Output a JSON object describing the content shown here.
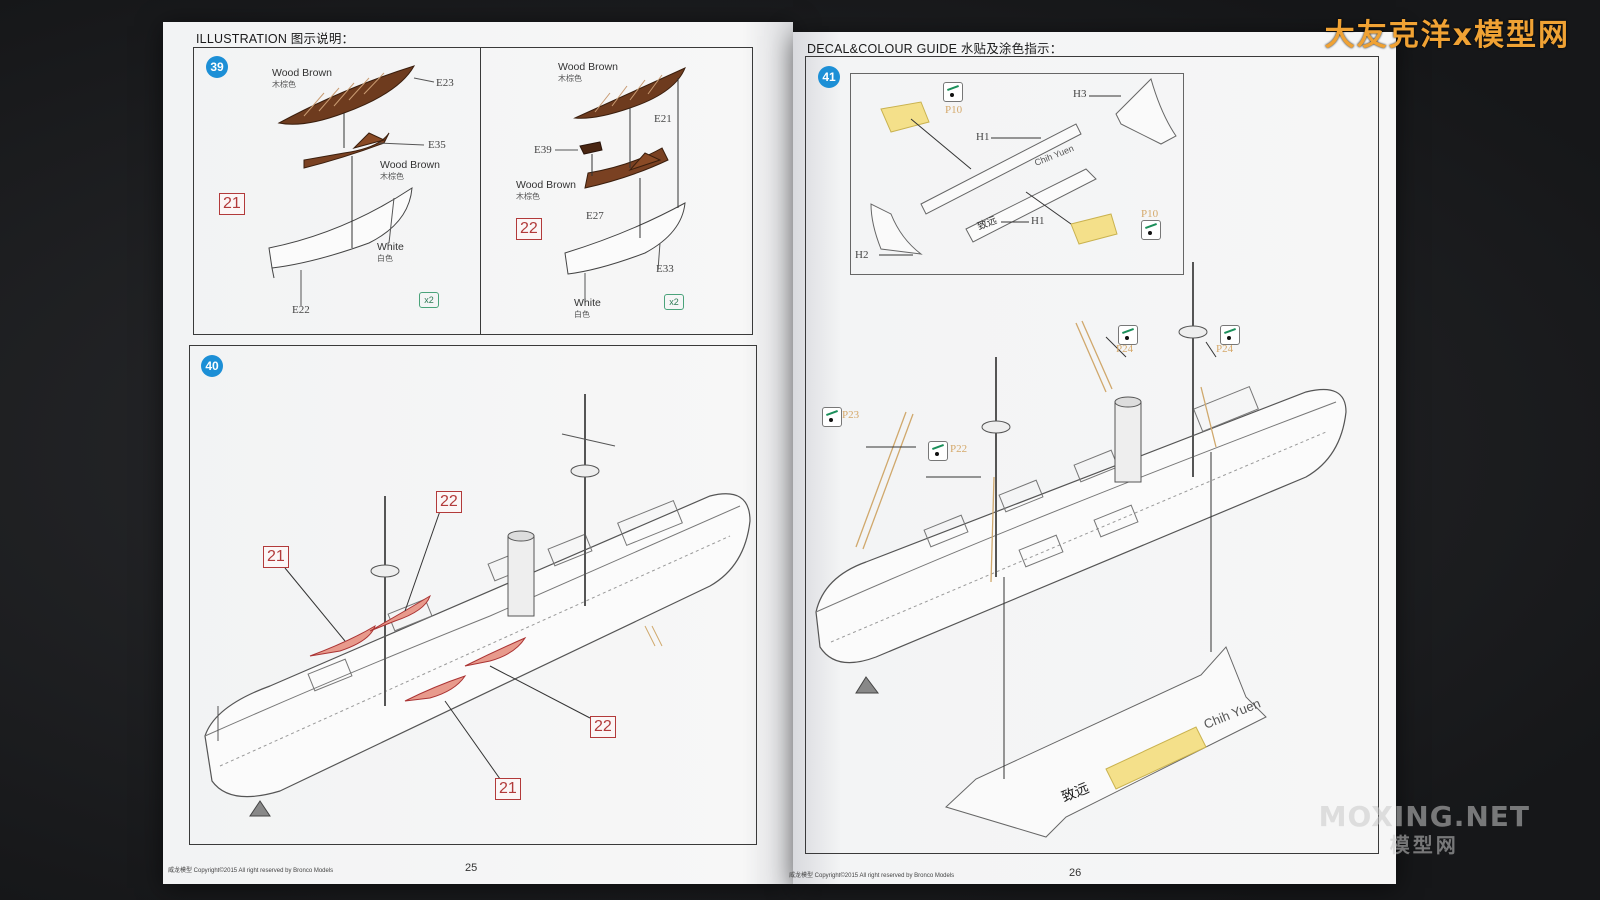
{
  "watermark": {
    "top": "大友克洋x模型网",
    "bottom_main": "MOXING.NET",
    "bottom_sub": "模型网"
  },
  "left_page": {
    "title": "ILLUSTRATION 图示说明：",
    "steps": [
      {
        "number": "39",
        "sub_a": {
          "badge": "21",
          "labels": [
            {
              "en": "Wood Brown",
              "cn": "木棕色"
            },
            {
              "en": "Wood Brown",
              "cn": "木棕色"
            },
            {
              "en": "White",
              "cn": "白色"
            }
          ],
          "parts": [
            "E23",
            "E35",
            "E22"
          ],
          "qty": "x2"
        },
        "sub_b": {
          "badge": "22",
          "labels": [
            {
              "en": "Wood Brown",
              "cn": "木棕色"
            },
            {
              "en": "Wood Brown",
              "cn": "木棕色"
            },
            {
              "en": "White",
              "cn": "白色"
            }
          ],
          "parts": [
            "E21",
            "E39",
            "E27",
            "E33"
          ],
          "qty": "x2"
        }
      },
      {
        "number": "40",
        "badges": [
          "22",
          "21",
          "22",
          "21"
        ]
      }
    ],
    "footer": "威龙模型   Copyright©2015  All right reserved by Bronco Models",
    "page_number": "25"
  },
  "right_page": {
    "title": "DECAL&COLOUR GUIDE 水贴及涂色指示：",
    "step": {
      "number": "41",
      "inset_parts": [
        "H3",
        "H1",
        "H1",
        "H2"
      ],
      "inset_decals": [
        "P10",
        "P10"
      ],
      "ship_decals": [
        "P24",
        "P24",
        "P23",
        "P22"
      ],
      "stand_name": "Chih Yuen",
      "stand_cn": "致远"
    },
    "footer": "威龙模型   Copyright©2015  All right reserved by Bronco Models",
    "page_number": "26"
  }
}
